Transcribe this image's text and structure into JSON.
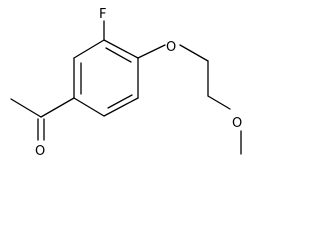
{
  "molecule": {
    "atoms": {
      "fluorine": "F",
      "ether_oxygen": "O",
      "methoxy_oxygen": "O",
      "carbonyl_oxygen": "O"
    },
    "colors": {
      "bond": "#000000",
      "label": "#000000",
      "background": "#ffffff"
    }
  }
}
